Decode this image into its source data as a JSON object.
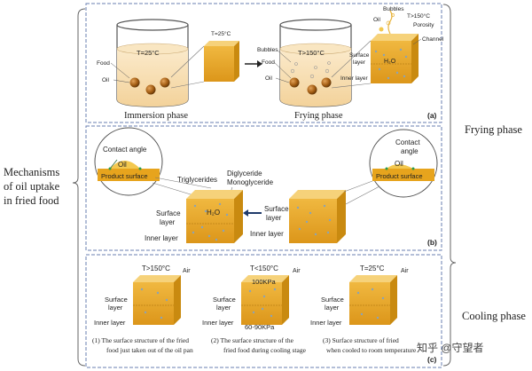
{
  "left_label": [
    "Mechanisms",
    "of oil uptake",
    "in fried food"
  ],
  "phases": {
    "frying": "Frying phase",
    "cooling": "Cooling phase"
  },
  "panel_a": {
    "tag": "(a)",
    "beaker1_temp": "T=25°C",
    "cube1_temp": "T=25°C",
    "beaker2_temp": "T>150°C",
    "food": "Food",
    "oil": "Oil",
    "bubbles": "Bubbles",
    "cube2_bubbles": "Bubbles",
    "cube2_oil": "Oil",
    "cube2_temp": "T>150°C",
    "porosity": "Porosity",
    "channel": "Channel",
    "surface_layer": [
      "Surface",
      "layer"
    ],
    "inner_layer": "Inner layer",
    "h2o": "H₂O",
    "immersion": "Immersion phase",
    "frying": "Frying phase"
  },
  "panel_b": {
    "tag": "(b)",
    "contact_angle_left": "Contact angle",
    "oil": "Oil",
    "product_surface": "Product surface",
    "triglycerides": "Triglycerides",
    "diglyceride": "Diglyceride",
    "monoglyceride": "Monoglyceride",
    "h2o": "H₂O",
    "surface_layer": [
      "Surface",
      "layer"
    ],
    "inner_layer": "Inner layer",
    "contact_angle_right": [
      "Contact",
      "angle"
    ]
  },
  "panel_c": {
    "tag": "(c)",
    "temps": [
      "T>150°C",
      "T<150°C",
      "T=25°C"
    ],
    "air": "Air",
    "pressure_top": "100KPa",
    "pressure_bottom": "60-90KPa",
    "surface_layer": [
      "Surface",
      "layer"
    ],
    "inner_layer": "Inner layer",
    "captions": [
      [
        "(1)  The surface structure of the fried",
        "food just taken out of the oil pan"
      ],
      [
        "(2)  The surface structure of the",
        "fried food  during cooling stage"
      ],
      [
        "(3)  Surface structure of fried",
        "when cooled to room temperature"
      ]
    ]
  },
  "watermark": "知乎 @守望者",
  "colors": {
    "cube_top": "#f6d27a",
    "cube_front": "#e7a41d",
    "cube_side": "#c98a10",
    "beaker_oil": "#f7e3b8",
    "dashed_border": "#6a7fb2",
    "oil_droplet": "#9a5a12",
    "pore": "#8aa3b6"
  }
}
